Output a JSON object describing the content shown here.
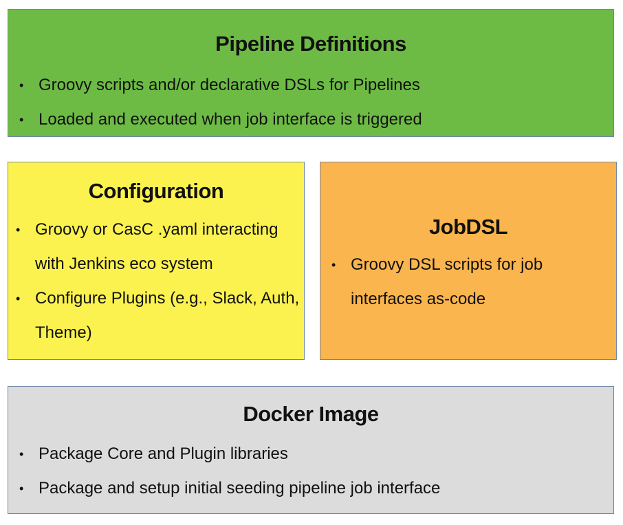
{
  "bullet_glyph": "•",
  "colors": {
    "pipeline": "#6dbb45",
    "configuration": "#fcf24f",
    "jobdsl": "#fbb54e",
    "docker": "#dcdcdc",
    "border": "#6f86a8"
  },
  "pipeline": {
    "title": "Pipeline Definitions",
    "items": [
      "Groovy scripts and/or declarative DSLs for Pipelines",
      "Loaded and executed when job interface is triggered"
    ]
  },
  "configuration": {
    "title": "Configuration",
    "items": [
      "Groovy or CasC .yaml interacting with Jenkins eco system",
      "Configure Plugins (e.g., Slack, Auth, Theme)"
    ]
  },
  "jobdsl": {
    "title": "JobDSL",
    "items": [
      "Groovy DSL scripts for job interfaces as-code"
    ]
  },
  "docker": {
    "title": "Docker Image",
    "items": [
      "Package Core and Plugin libraries",
      "Package and setup initial seeding pipeline job interface"
    ]
  }
}
